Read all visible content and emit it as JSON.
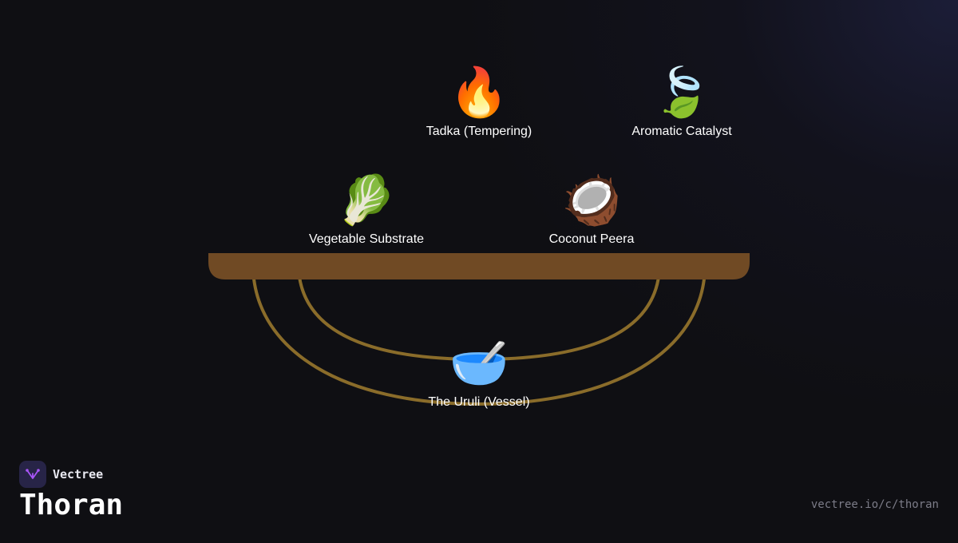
{
  "diagram": {
    "nodes": [
      {
        "id": "tadka",
        "icon": "🔥",
        "icon_name": "fire-icon",
        "label": "Tadka (Tempering)"
      },
      {
        "id": "aromatic",
        "icon": "🍃",
        "icon_name": "leaf-fluttering-icon",
        "label": "Aromatic Catalyst"
      },
      {
        "id": "vegetable",
        "icon": "🥬",
        "icon_name": "leafy-green-icon",
        "label": "Vegetable Substrate"
      },
      {
        "id": "coconut",
        "icon": "🥥",
        "icon_name": "coconut-icon",
        "label": "Coconut Peera"
      },
      {
        "id": "uruli",
        "icon": "🥣",
        "icon_name": "bowl-with-spoon-icon",
        "label": "The Uruli (Vessel)"
      }
    ],
    "colors": {
      "rim": "#704a24",
      "handle": "#8a6c2a",
      "background": "#0f0f13",
      "label": "#ffffff"
    }
  },
  "brand": {
    "name": "Vectree",
    "logo_icon": "vectree-logo-icon",
    "accent": "#a855f7"
  },
  "page": {
    "title": "Thoran",
    "url": "vectree.io/c/thoran"
  }
}
